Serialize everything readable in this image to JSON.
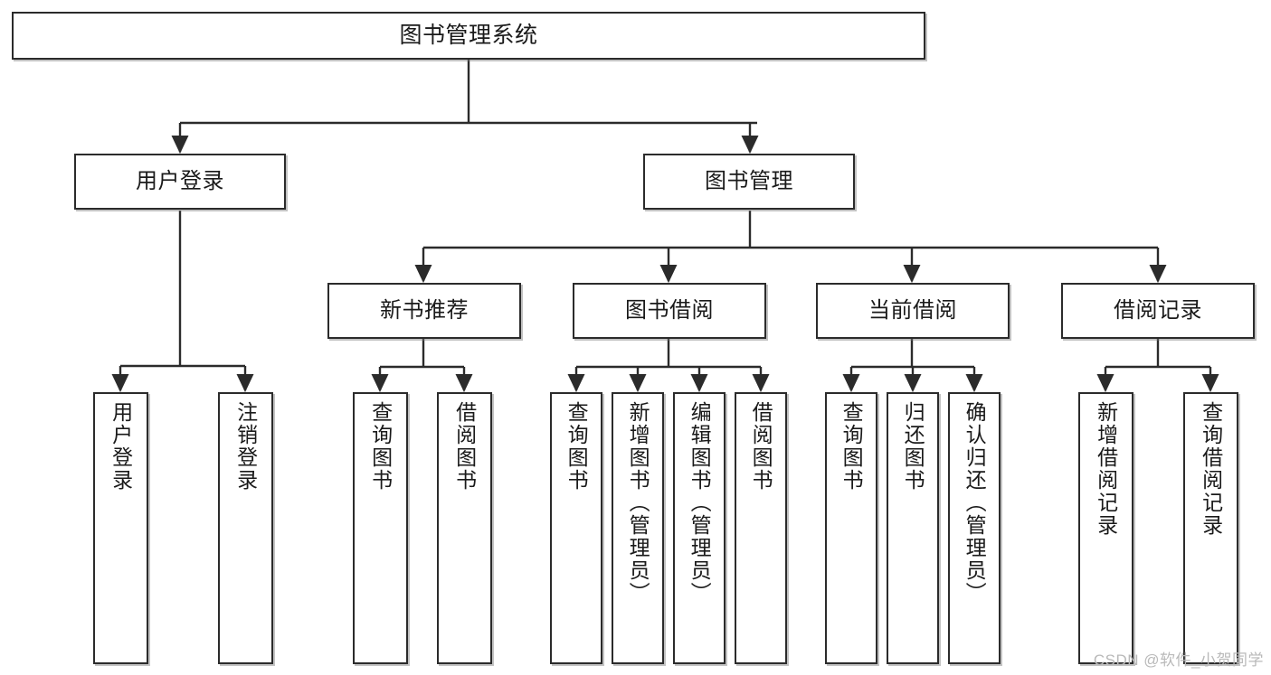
{
  "diagram": {
    "title": "图书管理系统",
    "watermark": "CSDN @软件_小贺同学",
    "line_color": "#2b2b2b",
    "box_fill": "#ffffff",
    "box_border": "#2b2b2b",
    "shadow_color": "#787878"
  },
  "nodes": {
    "root": {
      "label": "图书管理系统"
    },
    "level2": [
      {
        "label": "用户登录"
      },
      {
        "label": "图书管理"
      }
    ],
    "level3": [
      {
        "label": "新书推荐"
      },
      {
        "label": "图书借阅"
      },
      {
        "label": "当前借阅"
      },
      {
        "label": "借阅记录"
      }
    ],
    "leaves": {
      "user_login": [
        {
          "label": "用户登录"
        },
        {
          "label": "注销登录"
        }
      ],
      "new_book": [
        {
          "label": "查询图书"
        },
        {
          "label": "借阅图书"
        }
      ],
      "book_borrow": [
        {
          "label": "查询图书"
        },
        {
          "label": "新增图书（管理员）"
        },
        {
          "label": "编辑图书（管理员）"
        },
        {
          "label": "借阅图书"
        }
      ],
      "current_borrow": [
        {
          "label": "查询图书"
        },
        {
          "label": "归还图书"
        },
        {
          "label": "确认归还（管理员）"
        }
      ],
      "borrow_record": [
        {
          "label": "新增借阅记录"
        },
        {
          "label": "查询借阅记录"
        }
      ]
    }
  }
}
